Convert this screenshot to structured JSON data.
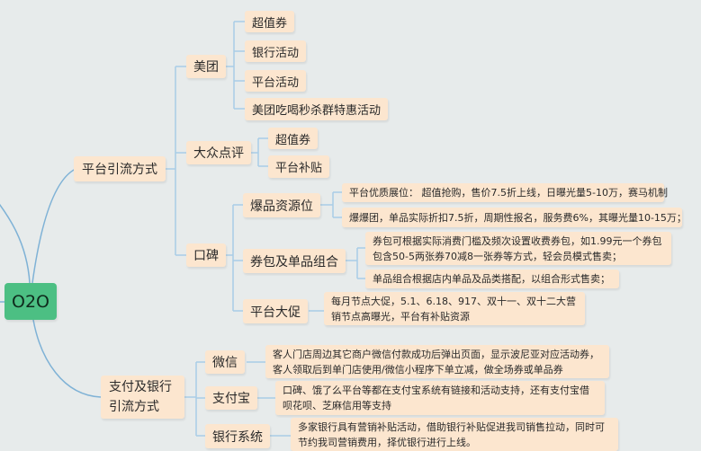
{
  "root": {
    "label": "O2O"
  },
  "colors": {
    "background": "#e7ebeb",
    "root_fill": "#4cbf83",
    "node_fill": "#fce6cf",
    "line": "#7fb2d6"
  },
  "branches": [
    {
      "label": "平台引流方式",
      "children": [
        {
          "label": "美团",
          "children": [
            {
              "label": "超值券"
            },
            {
              "label": "银行活动"
            },
            {
              "label": "平台活动"
            },
            {
              "label": "美团吃喝秒杀群特惠活动"
            }
          ]
        },
        {
          "label": "大众点评",
          "children": [
            {
              "label": "超值券"
            },
            {
              "label": "平台补贴"
            }
          ]
        },
        {
          "label": "口碑",
          "children": [
            {
              "label": "爆品资源位",
              "details": [
                "平台优质展位：  超值抢购，售价7.5折上线，日曝光量5-10万，赛马机制",
                "爆爆团，单品实际折扣7.5折，周期性报名，服务费6%，其曝光量10-15万；"
              ]
            },
            {
              "label": "券包及单品组合",
              "details": [
                "券包可根据实际消费门槛及频次设置收费券包，如1.99元一个券包包含50-5两张券70减8一张券等方式，轻会员模式售卖；",
                "单品组合根据店内单品及品类搭配，以组合形式售卖；"
              ]
            },
            {
              "label": "平台大促",
              "details": [
                "每月节点大促，5.1、6.18、917、双十一、双十二大营销节点高曝光，平台有补贴资源"
              ]
            }
          ]
        }
      ]
    },
    {
      "label": "支付及银行引流方式",
      "children": [
        {
          "label": "微信",
          "details": [
            "客人门店周边其它商户微信付款成功后弹出页面，显示波尼亚对应活动券，客人领取后到单门店使用/微信小程序下单立减，做全场券或单品券"
          ]
        },
        {
          "label": "支付宝",
          "details": [
            "口碑、饿了么平台等都在支付宝系统有链接和活动支持，还有支付宝借呗花呗、芝麻信用等支持"
          ]
        },
        {
          "label": "银行系统",
          "details": [
            "多家银行具有营销补贴活动，借助银行补贴促进我司销售拉动，同时可节约我司营销费用，择优银行进行上线。"
          ]
        }
      ]
    }
  ]
}
